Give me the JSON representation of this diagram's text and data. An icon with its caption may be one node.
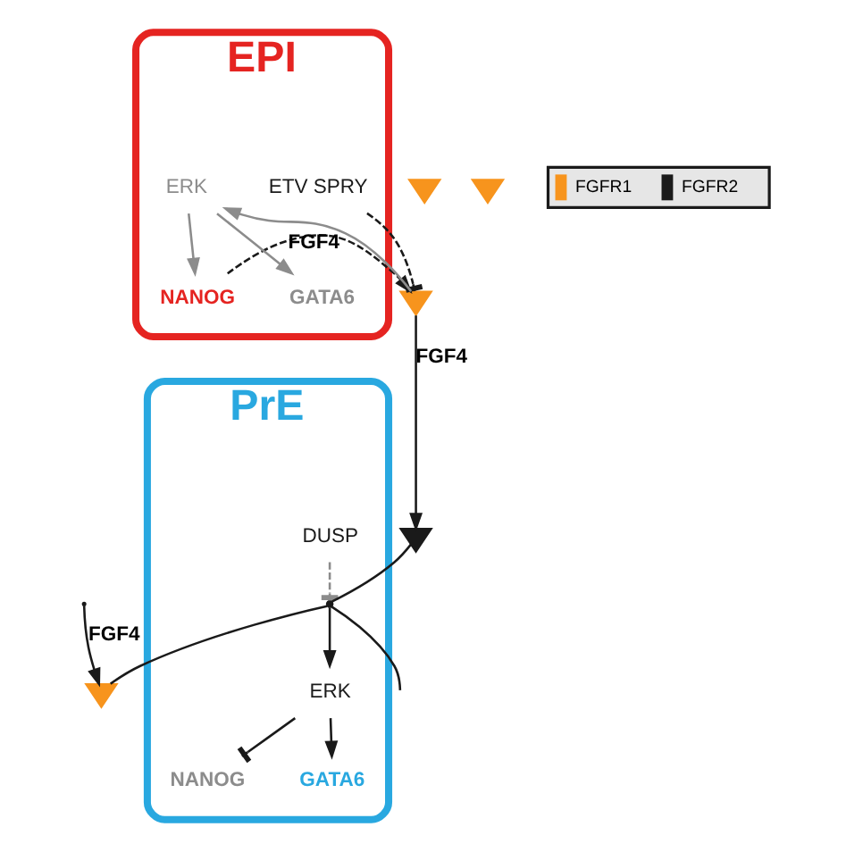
{
  "diagram": {
    "nodes": [
      {
        "text": [
          "EPI"
        ]
      },
      {
        "text": [
          "PrE"
        ]
      },
      {
        "text": [
          "NANOG"
        ],
        "in": 0
      },
      {
        "text": [
          "ERK"
        ],
        "in": 0
      },
      {
        "text": [
          "GATA6"
        ],
        "in": 0
      },
      {
        "text": [
          "ETV SPRY"
        ],
        "in": 0
      },
      {
        "text": [],
        "shape": "picture"
      },
      {
        "text": [
          "NANOG"
        ],
        "in": 1
      },
      {
        "text": [
          "ERK"
        ],
        "in": 1
      },
      {
        "text": [
          "GATA6"
        ],
        "in": 1
      },
      {
        "text": [
          "DUSP"
        ],
        "in": 1
      },
      {
        "text": [],
        "shape": "picture"
      },
      {
        "text": [],
        "shape": "picture"
      },
      {
        "text": [],
        "shape": "picture"
      },
      {
        "text": [],
        "shape": "picture"
      },
      {
        "text": [],
        "shape": "dot",
        "in": 1
      }
    ],
    "edges": [
      {
        "from": 2,
        "to": 6,
        "arrow": "to",
        "style": "dashed",
        "label": "FGF4"
      },
      {
        "from": 6,
        "to": 3,
        "arrow": "to",
        "color": "#8c8c8c"
      },
      {
        "from": 3,
        "to": 2,
        "arrow": "to",
        "color": "#8c8c8c"
      },
      {
        "from": 3,
        "to": 4,
        "arrow": "to",
        "color": "#8c8c8c"
      },
      {
        "from": 5,
        "to": 6,
        "arrow": "other",
        "style": "dashed"
      },
      {
        "from": 6,
        "to": 11,
        "arrow": "to",
        "label": "FGF4"
      },
      {
        "from": null,
        "to": 12,
        "arrow": "to",
        "label": "FGF4"
      },
      {
        "from": 11,
        "to": 15,
        "arrow": "none"
      },
      {
        "from": 15,
        "to": 12,
        "arrow": "none"
      },
      {
        "from": 15,
        "to": 1,
        "arrow": "none"
      },
      {
        "from": 15,
        "to": 8,
        "arrow": "to"
      },
      {
        "from": 10,
        "to": 15,
        "arrow": "other",
        "style": "dashed",
        "color": "#8c8c8c"
      },
      {
        "from": 8,
        "to": 7,
        "arrow": "other"
      },
      {
        "from": 8,
        "to": 9,
        "arrow": "to"
      }
    ],
    "legend": [
      {
        "text": "FGFR1"
      },
      {
        "text": "FGFR2"
      }
    ]
  }
}
